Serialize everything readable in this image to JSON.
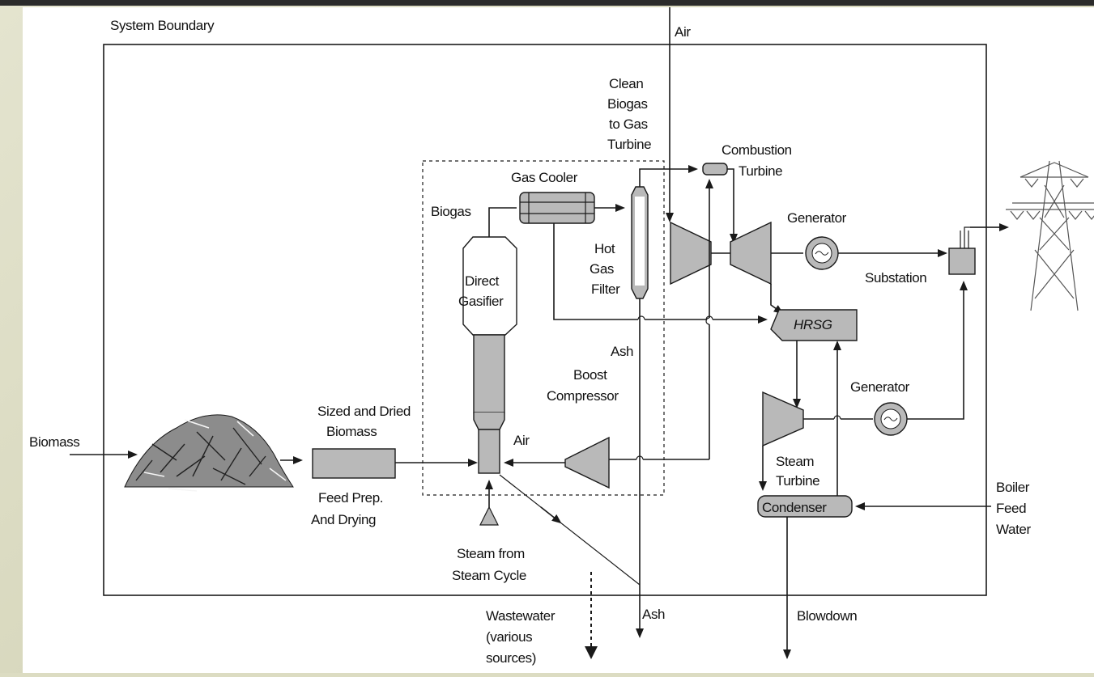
{
  "diagram": {
    "system_boundary": "System Boundary",
    "labels": {
      "air_top": "Air",
      "clean_biogas": [
        "Clean",
        "Biogas",
        "to Gas",
        "Turbine"
      ],
      "combustion_turbine": [
        "Combustion",
        "Turbine"
      ],
      "gas_cooler": "Gas Cooler",
      "biogas": "Biogas",
      "hot_gas_filter": [
        "Hot",
        "Gas",
        "Filter"
      ],
      "direct_gasifier": [
        "Direct",
        "Gasifier"
      ],
      "generator_1": "Generator",
      "substation": "Substation",
      "hrsg": "HRSG",
      "ash_inner": "Ash",
      "boost_compressor": [
        "Boost",
        "Compressor"
      ],
      "generator_2": "Generator",
      "biomass": "Biomass",
      "sized_dried": [
        "Sized and Dried",
        "Biomass"
      ],
      "feed_prep": [
        "Feed Prep.",
        "And Drying"
      ],
      "air_compressor": "Air",
      "steam_turbine": [
        "Steam",
        "Turbine"
      ],
      "condenser": "Condenser",
      "boiler_feed_water": [
        "Boiler",
        "Feed",
        "Water"
      ],
      "steam_from_cycle": [
        "Steam from",
        "Steam Cycle"
      ],
      "wastewater": [
        "Wastewater",
        "(various",
        "sources)"
      ],
      "ash_outer": "Ash",
      "blowdown": "Blowdown"
    }
  },
  "colors": {
    "background": "#d4d4b8",
    "topbar": "#2b2b2b",
    "equipment": "#b9b9b9"
  }
}
